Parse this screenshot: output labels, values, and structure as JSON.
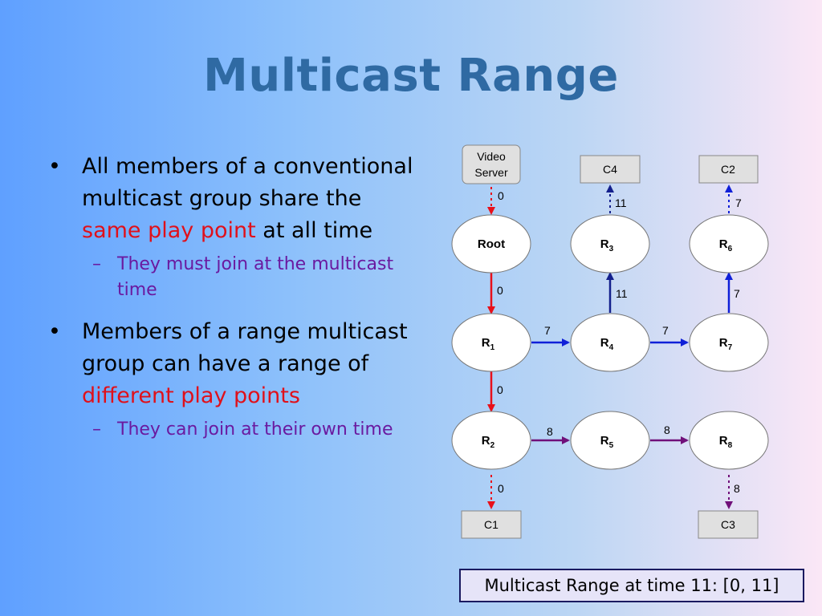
{
  "title": "Multicast Range",
  "bullets": [
    {
      "parts": [
        "All members of a conventional multicast group share the ",
        "same play point",
        " at all time"
      ],
      "sub": "They must join at the multicast time"
    },
    {
      "parts": [
        "Members of a range multicast group can have a range of ",
        "different play points",
        ""
      ],
      "sub": "They can join at their own time"
    }
  ],
  "diagram": {
    "video_server": [
      "Video",
      "Server"
    ],
    "clients": {
      "c1": "C1",
      "c2": "C2",
      "c3": "C3",
      "c4": "C4"
    },
    "nodes": {
      "root": "Root",
      "r1": [
        "R",
        "1"
      ],
      "r2": [
        "R",
        "2"
      ],
      "r3": [
        "R",
        "3"
      ],
      "r4": [
        "R",
        "4"
      ],
      "r5": [
        "R",
        "5"
      ],
      "r6": [
        "R",
        "6"
      ],
      "r7": [
        "R",
        "7"
      ],
      "r8": [
        "R",
        "8"
      ]
    },
    "edge_labels": {
      "server_root": "0",
      "root_r1": "0",
      "r1_r2": "0",
      "r2_c1": "0",
      "r1_r4": "7",
      "r4_r7": "7",
      "r7_r6": "7",
      "r6_c2": "7",
      "r4_r3": "11",
      "r3_c4": "11",
      "r2_r5": "8",
      "r5_r8": "8",
      "r8_c3": "8"
    },
    "colors": {
      "red": "#e8101a",
      "blue": "#1020d8",
      "purple": "#70107a",
      "navy": "#14208c"
    }
  },
  "caption": "Multicast Range at time 11: [0, 11]"
}
